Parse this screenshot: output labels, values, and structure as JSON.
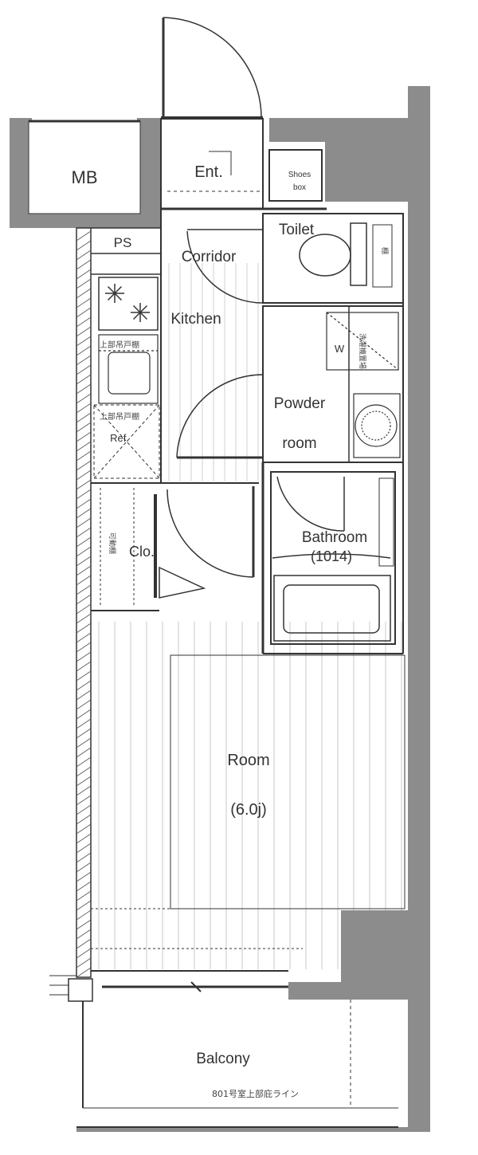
{
  "rooms": {
    "mb": "MB",
    "ps": "PS",
    "ent": "Ent.",
    "shoes_box_line1": "Shoes",
    "shoes_box_line2": "box",
    "toilet": "Toilet",
    "corridor": "Corridor",
    "kitchen": "Kitchen",
    "powder_line1": "Powder",
    "powder_line2": "room",
    "bathroom": "Bathroom",
    "bathroom_size": "(1014)",
    "closet": "Clo.",
    "room": "Room",
    "room_size": "(6.0j)",
    "balcony": "Balcony"
  },
  "fixtures": {
    "upper_cabinet_1": "上部吊戸棚",
    "upper_cabinet_2": "上部吊戸棚",
    "refrigerator": "Ref.",
    "washer": "W",
    "washer_pan": "洗濯機置場",
    "closet_note": "可動棚",
    "shelf_note": "棚"
  },
  "annotations": {
    "balcony_line": "801号室上部庇ライン"
  },
  "colors": {
    "wall": "#8c8c8c",
    "line": "#333333",
    "floor_line": "#c8c8c8"
  }
}
